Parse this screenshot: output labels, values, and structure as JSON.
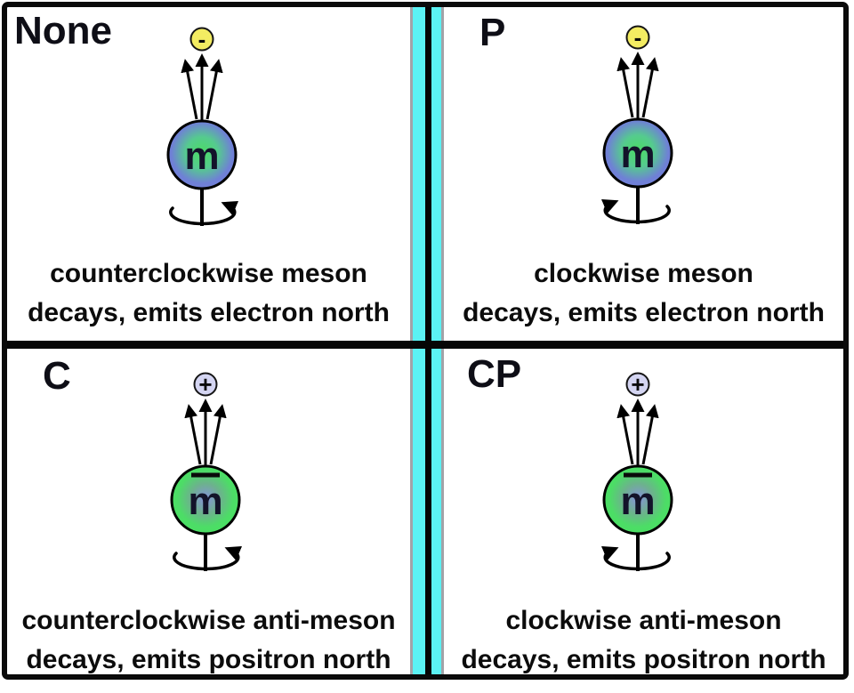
{
  "figure": {
    "description_visible_text_only": true
  },
  "colors": {
    "divider_cyan": "#5bf2f4",
    "divider_edge": "#a2a2a8",
    "frame_black": "#0a0a0a",
    "electron_fill": "#f3ec62",
    "positron_fill": "#d4d5f2",
    "meson_center": "#4bdb64",
    "meson_mid": "#55cb8e",
    "meson_edge_mid": "#6f80d6",
    "meson_edge": "#7180da",
    "antimeson_center": "#8691dc",
    "antimeson_mid": "#6db18e",
    "antimeson_edge_mid": "#4cdd66",
    "antimeson_edge": "#49e062"
  },
  "panels": [
    {
      "id": "none",
      "label": "None",
      "particle": "m",
      "antiparticle": false,
      "charge": "-",
      "emitted_particle": "electron",
      "rotation": "counterclockwise",
      "caption_line1": "counterclockwise meson",
      "caption_line2": "decays, emits electron north"
    },
    {
      "id": "p",
      "label": "P",
      "particle": "m",
      "antiparticle": false,
      "charge": "-",
      "emitted_particle": "electron",
      "rotation": "clockwise",
      "caption_line1": "clockwise meson",
      "caption_line2": "decays, emits electron north"
    },
    {
      "id": "c",
      "label": "C",
      "particle": "m",
      "antiparticle": true,
      "charge": "+",
      "emitted_particle": "positron",
      "rotation": "counterclockwise",
      "caption_line1": "counterclockwise anti-meson",
      "caption_line2": "decays, emits positron north"
    },
    {
      "id": "cp",
      "label": "CP",
      "particle": "m",
      "antiparticle": true,
      "charge": "+",
      "emitted_particle": "positron",
      "rotation": "clockwise",
      "caption_line1": "clockwise anti-meson",
      "caption_line2": "decays, emits positron north"
    }
  ]
}
